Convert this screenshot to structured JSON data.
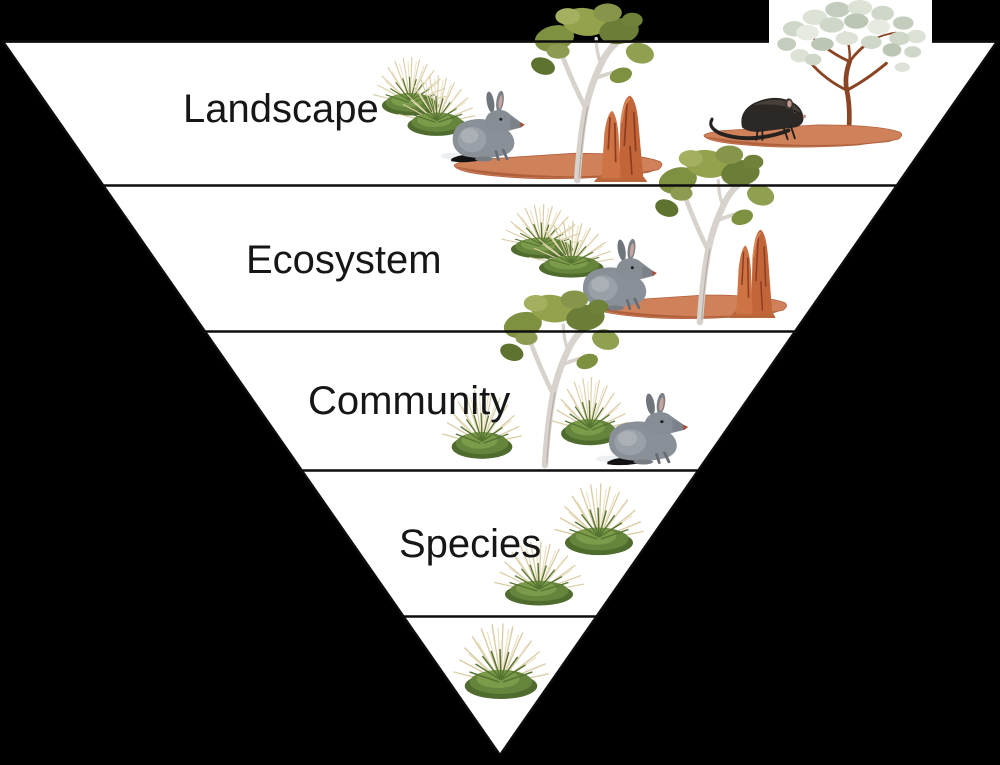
{
  "diagram": {
    "type": "inverted-pyramid",
    "levels": [
      {
        "label": "Landscape",
        "icons": [
          "grass-tussock-icon",
          "bilby-icon",
          "eucalyptus-tree-icon",
          "termite-mound-icon",
          "ground-patch",
          "rodent-icon",
          "pale-tree-icon",
          "ground-patch"
        ]
      },
      {
        "label": "Ecosystem",
        "icons": [
          "grass-tussock-icon",
          "bilby-icon",
          "eucalyptus-tree-icon",
          "termite-mound-icon",
          "ground-patch"
        ]
      },
      {
        "label": "Community",
        "icons": [
          "eucalyptus-tree-icon",
          "grass-tussock-icon",
          "grass-tussock-icon",
          "bilby-icon"
        ]
      },
      {
        "label": "Species",
        "icons": [
          "grass-tussock-icon",
          "grass-tussock-icon"
        ]
      },
      {
        "label": "",
        "icons": [
          "grass-tussock-icon"
        ]
      }
    ],
    "colors": {
      "background": "#000000",
      "panel": "#ffffff",
      "line": "#0d0d0d",
      "text": "#161616",
      "grass_green": "#66853c",
      "grass_wisp": "#ddd0ad",
      "ground_orange": "#cf8159",
      "termite_mound": "#c2663a",
      "bilby_gray": "#8a9097",
      "eucalyptus_foliage": "#7d9140",
      "eucalyptus_trunk": "#d8d2cc",
      "pale_tree_foliage": "#cfd7c8",
      "pale_tree_trunk": "#8a4524",
      "rodent_dark": "#2c2825"
    }
  }
}
